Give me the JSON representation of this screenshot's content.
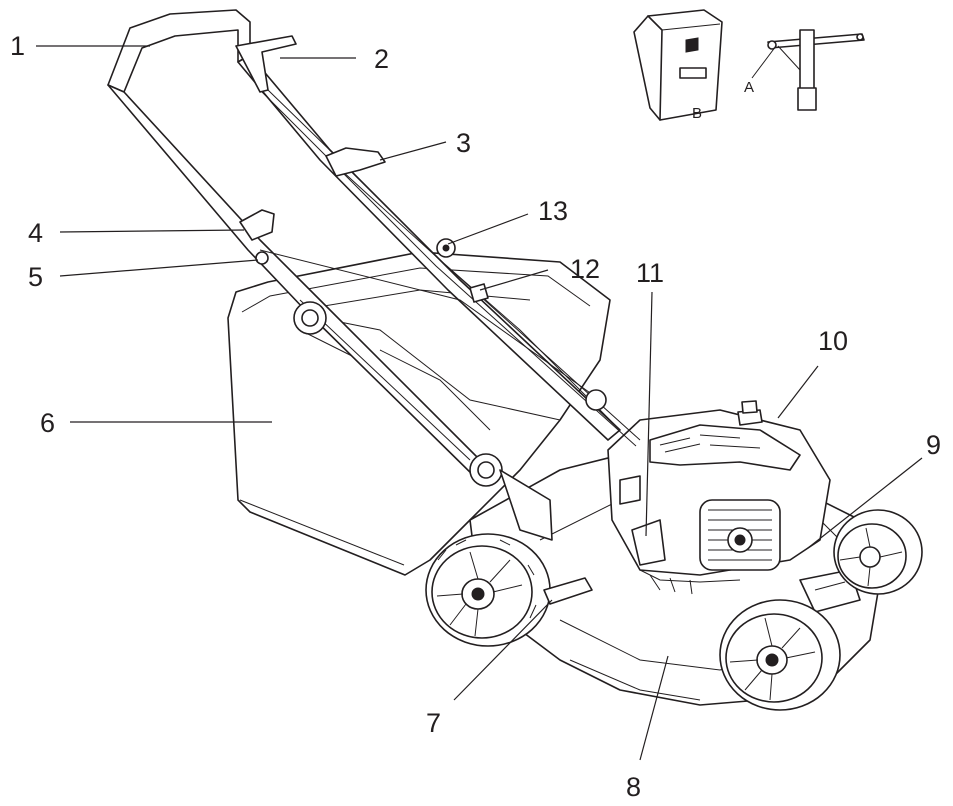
{
  "callouts": [
    {
      "id": "1",
      "text": "1"
    },
    {
      "id": "2",
      "text": "2"
    },
    {
      "id": "3",
      "text": "3"
    },
    {
      "id": "4",
      "text": "4"
    },
    {
      "id": "5",
      "text": "5"
    },
    {
      "id": "6",
      "text": "6"
    },
    {
      "id": "7",
      "text": "7"
    },
    {
      "id": "8",
      "text": "8"
    },
    {
      "id": "9",
      "text": "9"
    },
    {
      "id": "10",
      "text": "10"
    },
    {
      "id": "11",
      "text": "11"
    },
    {
      "id": "12",
      "text": "12"
    },
    {
      "id": "13",
      "text": "13"
    }
  ],
  "accessories": {
    "wrench_label": "A",
    "bag_label": "B"
  }
}
